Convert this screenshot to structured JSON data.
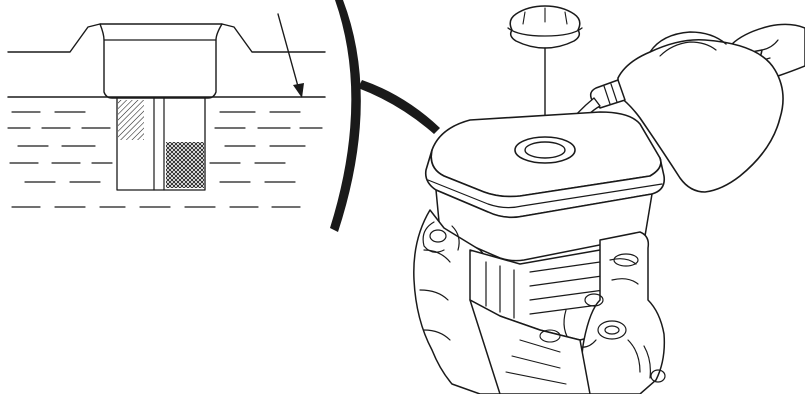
{
  "figure": {
    "kind": "technical line illustration",
    "ink_color": "#1a1a1a",
    "background_color": "#ffffff",
    "parts": [
      "fuel-tank-detail-inset",
      "fuel-cap",
      "fuel-can",
      "hand",
      "fuel-stream",
      "fuel-tank",
      "engine-body"
    ]
  }
}
